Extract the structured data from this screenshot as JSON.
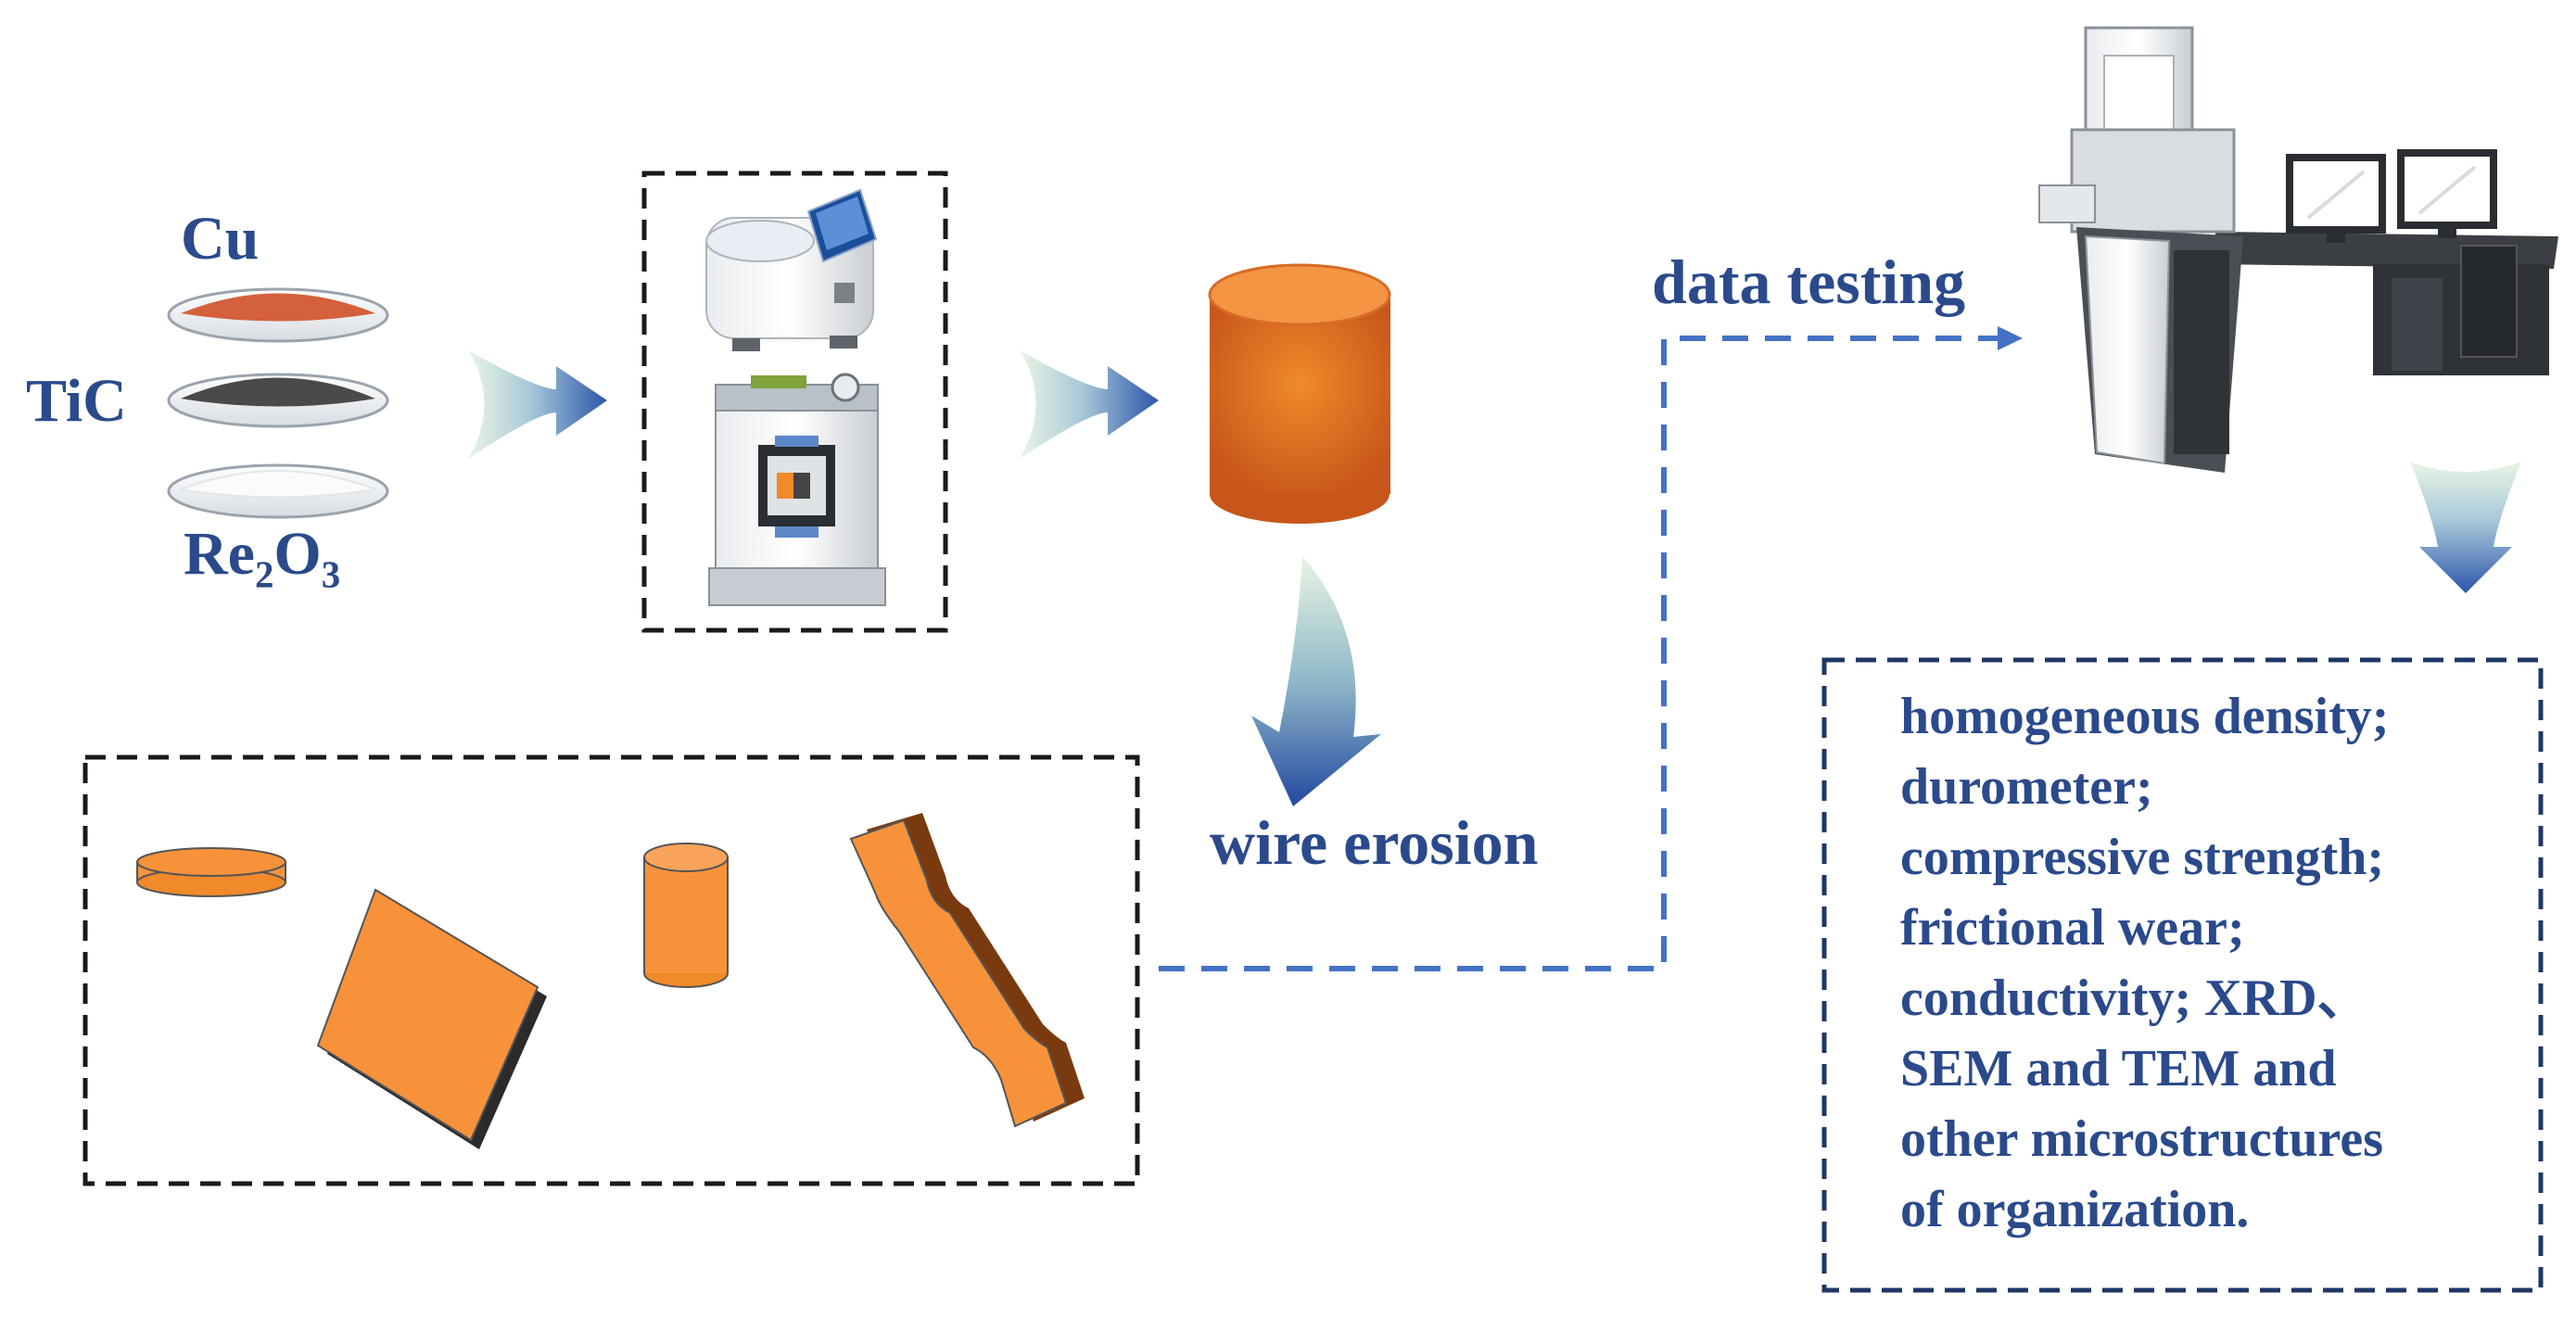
{
  "materials": {
    "cu": "Cu",
    "tic": "TiC",
    "re2o3": {
      "base": "Re",
      "sub1": "2",
      "mid": "O",
      "sub2": "3"
    }
  },
  "steps": {
    "wire_erosion": "wire erosion",
    "data_testing": "data testing"
  },
  "results": [
    "homogeneous density;",
    "durometer;",
    "compressive strength;",
    "frictional wear;",
    "conductivity; XRD、",
    "SEM and TEM and",
    "other microstructures",
    "of organization."
  ],
  "colors": {
    "text": "#2b4a8b",
    "connector": "#4472c4",
    "specimen": "#f7923a",
    "cu_powder": "#d4603c",
    "tic_powder": "#4a4a4a"
  },
  "icons": [
    "ball-mill-icon",
    "sintering-press-icon",
    "cylinder-billet-icon",
    "microscope-workstation-icon"
  ]
}
